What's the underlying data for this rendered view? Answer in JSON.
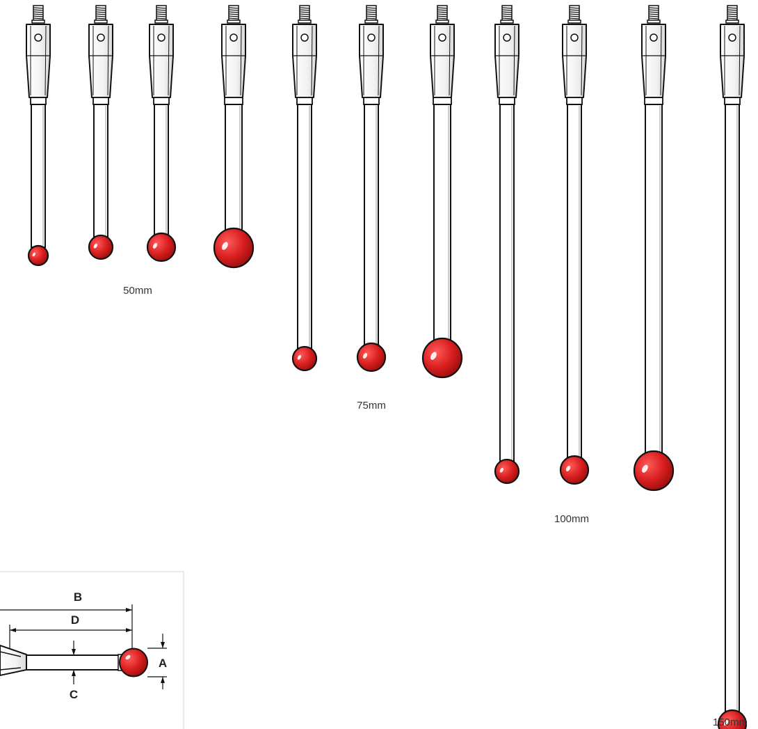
{
  "groups": [
    {
      "label": "50mm"
    },
    {
      "label": "75mm"
    },
    {
      "label": "100mm"
    },
    {
      "label": "150mm"
    }
  ],
  "dimension_labels": {
    "overall_length": "B",
    "shaft_length": "D",
    "ball_diameter": "A",
    "stem_diameter": "C"
  },
  "colors": {
    "ball": "#d81e1e",
    "ball_dark": "#8f0d0d",
    "outline": "#111111"
  }
}
